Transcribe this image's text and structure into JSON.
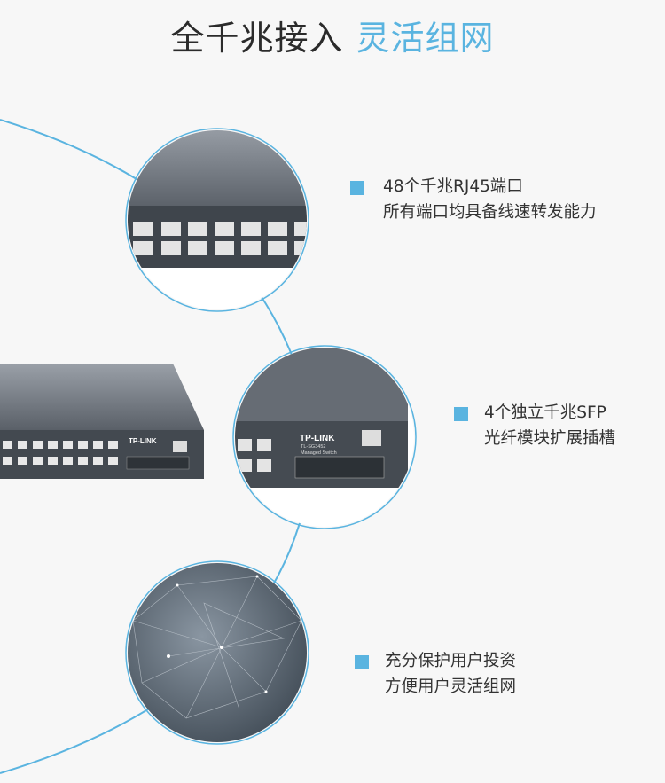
{
  "title": {
    "dark": "全千兆接入",
    "accent": "灵活组网"
  },
  "colors": {
    "accent": "#5ab4e0",
    "text": "#333333",
    "switch_body": "#4a5058",
    "background": "#f7f7f7"
  },
  "features": [
    {
      "line1": "48个千兆RJ45端口",
      "line2": "所有端口均具备线速转发能力",
      "icon": "square-bullet"
    },
    {
      "line1": "4个独立千兆SFP",
      "line2": "光纤模块扩展插槽",
      "icon": "square-bullet"
    },
    {
      "line1": "充分保护用户投资",
      "line2": "方便用户灵活组网",
      "icon": "square-bullet"
    }
  ],
  "product": {
    "brand": "TP-LINK",
    "model": "TL-SG3452",
    "subtitle": "Managed Switch"
  }
}
